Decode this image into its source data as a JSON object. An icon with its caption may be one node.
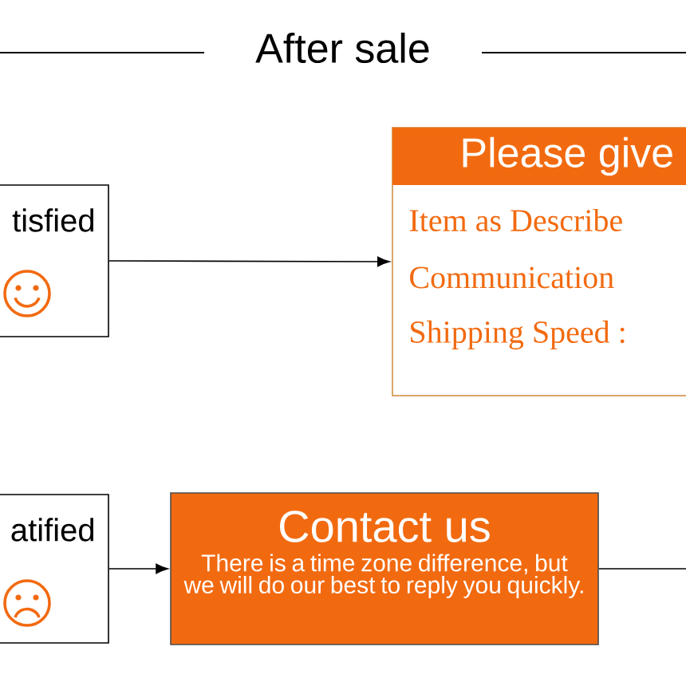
{
  "diagram": {
    "title": "After sale",
    "nodes": [
      {
        "text": [
          "tisfied"
        ]
      },
      {
        "text": [
          "Please give",
          "Item as Describe",
          "Communication",
          "Shipping Speed :"
        ]
      },
      {
        "text": [
          "atified"
        ]
      },
      {
        "text": [
          "Contact us",
          "There is a time zone difference, but we will do our best to reply you quickly."
        ]
      }
    ],
    "edges": [
      {
        "from": 0,
        "to": 1,
        "arrow": "to"
      },
      {
        "from": 2,
        "to": 3,
        "arrow": "to"
      },
      {
        "from": 3,
        "to": null,
        "arrow": "none"
      }
    ]
  }
}
